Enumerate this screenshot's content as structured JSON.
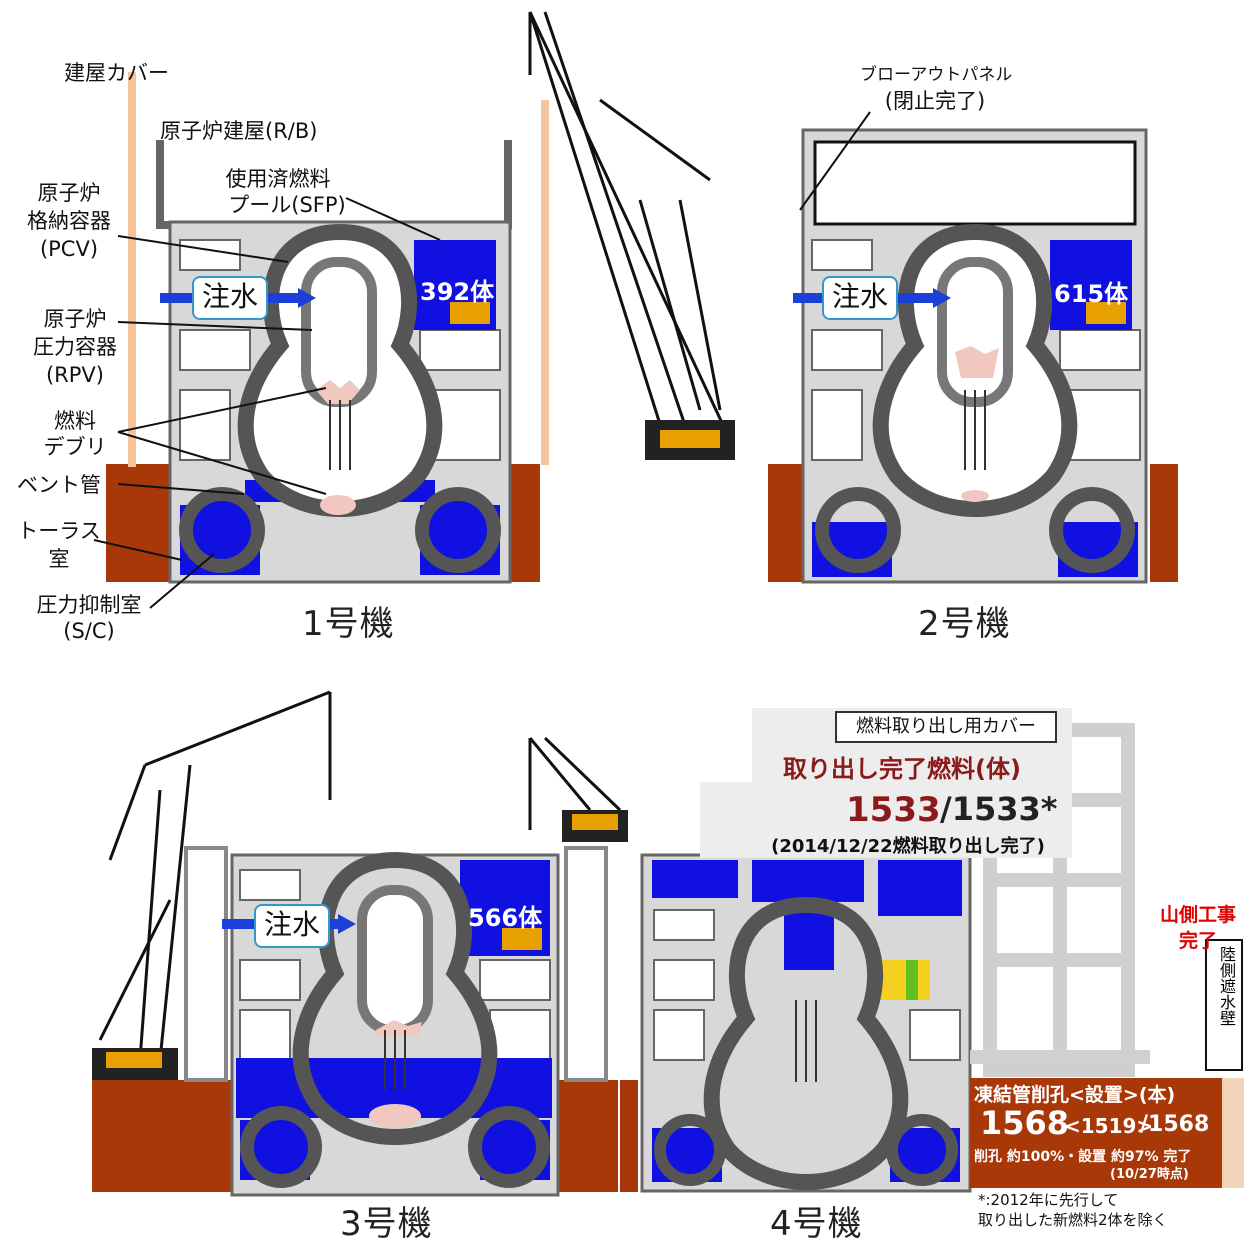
{
  "labels": {
    "building_cover": "建屋カバー",
    "reactor_building": "原子炉建屋(R/B)",
    "sfp_line1": "使用済燃料",
    "sfp_line2": "プール(SFP)",
    "pcv_line1": "原子炉",
    "pcv_line2": "格納容器",
    "pcv_line3": "(PCV)",
    "rpv_line1": "原子炉",
    "rpv_line2": "圧力容器",
    "rpv_line3": "(RPV)",
    "debris_line1": "燃料",
    "debris_line2": "デブリ",
    "vent_pipe": "ベント管",
    "torus_line1": "トーラス",
    "torus_line2": "室",
    "sc_line1": "圧力抑制室",
    "sc_line2": "(S/C)",
    "blowout_line1": "ブローアウトパネル",
    "blowout_line2": "(閉止完了)"
  },
  "units": {
    "u1": {
      "name": "1号機",
      "injection": "注水",
      "sfp_fuel": "392体"
    },
    "u2": {
      "name": "2号機",
      "injection": "注水",
      "sfp_fuel": "615体"
    },
    "u3": {
      "name": "3号機",
      "injection": "注水",
      "sfp_fuel": "566体"
    },
    "u4": {
      "name": "4号機"
    }
  },
  "unit4_panel": {
    "cover_label": "燃料取り出し用カバー",
    "removed_title": "取り出し完了燃料(体)",
    "removed_count": "1533",
    "removed_total": "/1533*",
    "removed_note": "(2014/12/22燃料取り出し完了)"
  },
  "mountain_side": {
    "line1": "山側工事",
    "line2": "完了"
  },
  "land_wall": "陸側遮水壁",
  "freeze_panel": {
    "title": "凍結管削孔<設置>(本)",
    "count": "1568",
    "installed": "<1519>",
    "total": "/1568",
    "progress": "削孔 約100%・設置 約97% 完了",
    "as_of": "(10/27時点)"
  },
  "footnote": {
    "line1": "*:2012年に先行して",
    "line2": "取り出した新燃料2体を除く"
  },
  "colors": {
    "water": "#1010e0",
    "ground": "#a83808",
    "concrete": "#d8d8d8",
    "vessel": "#666666",
    "debris": "#f0c8c0",
    "cover": "#f5c49a",
    "annotation_red": "#e00000",
    "panel_text": "#8b1a1a"
  }
}
